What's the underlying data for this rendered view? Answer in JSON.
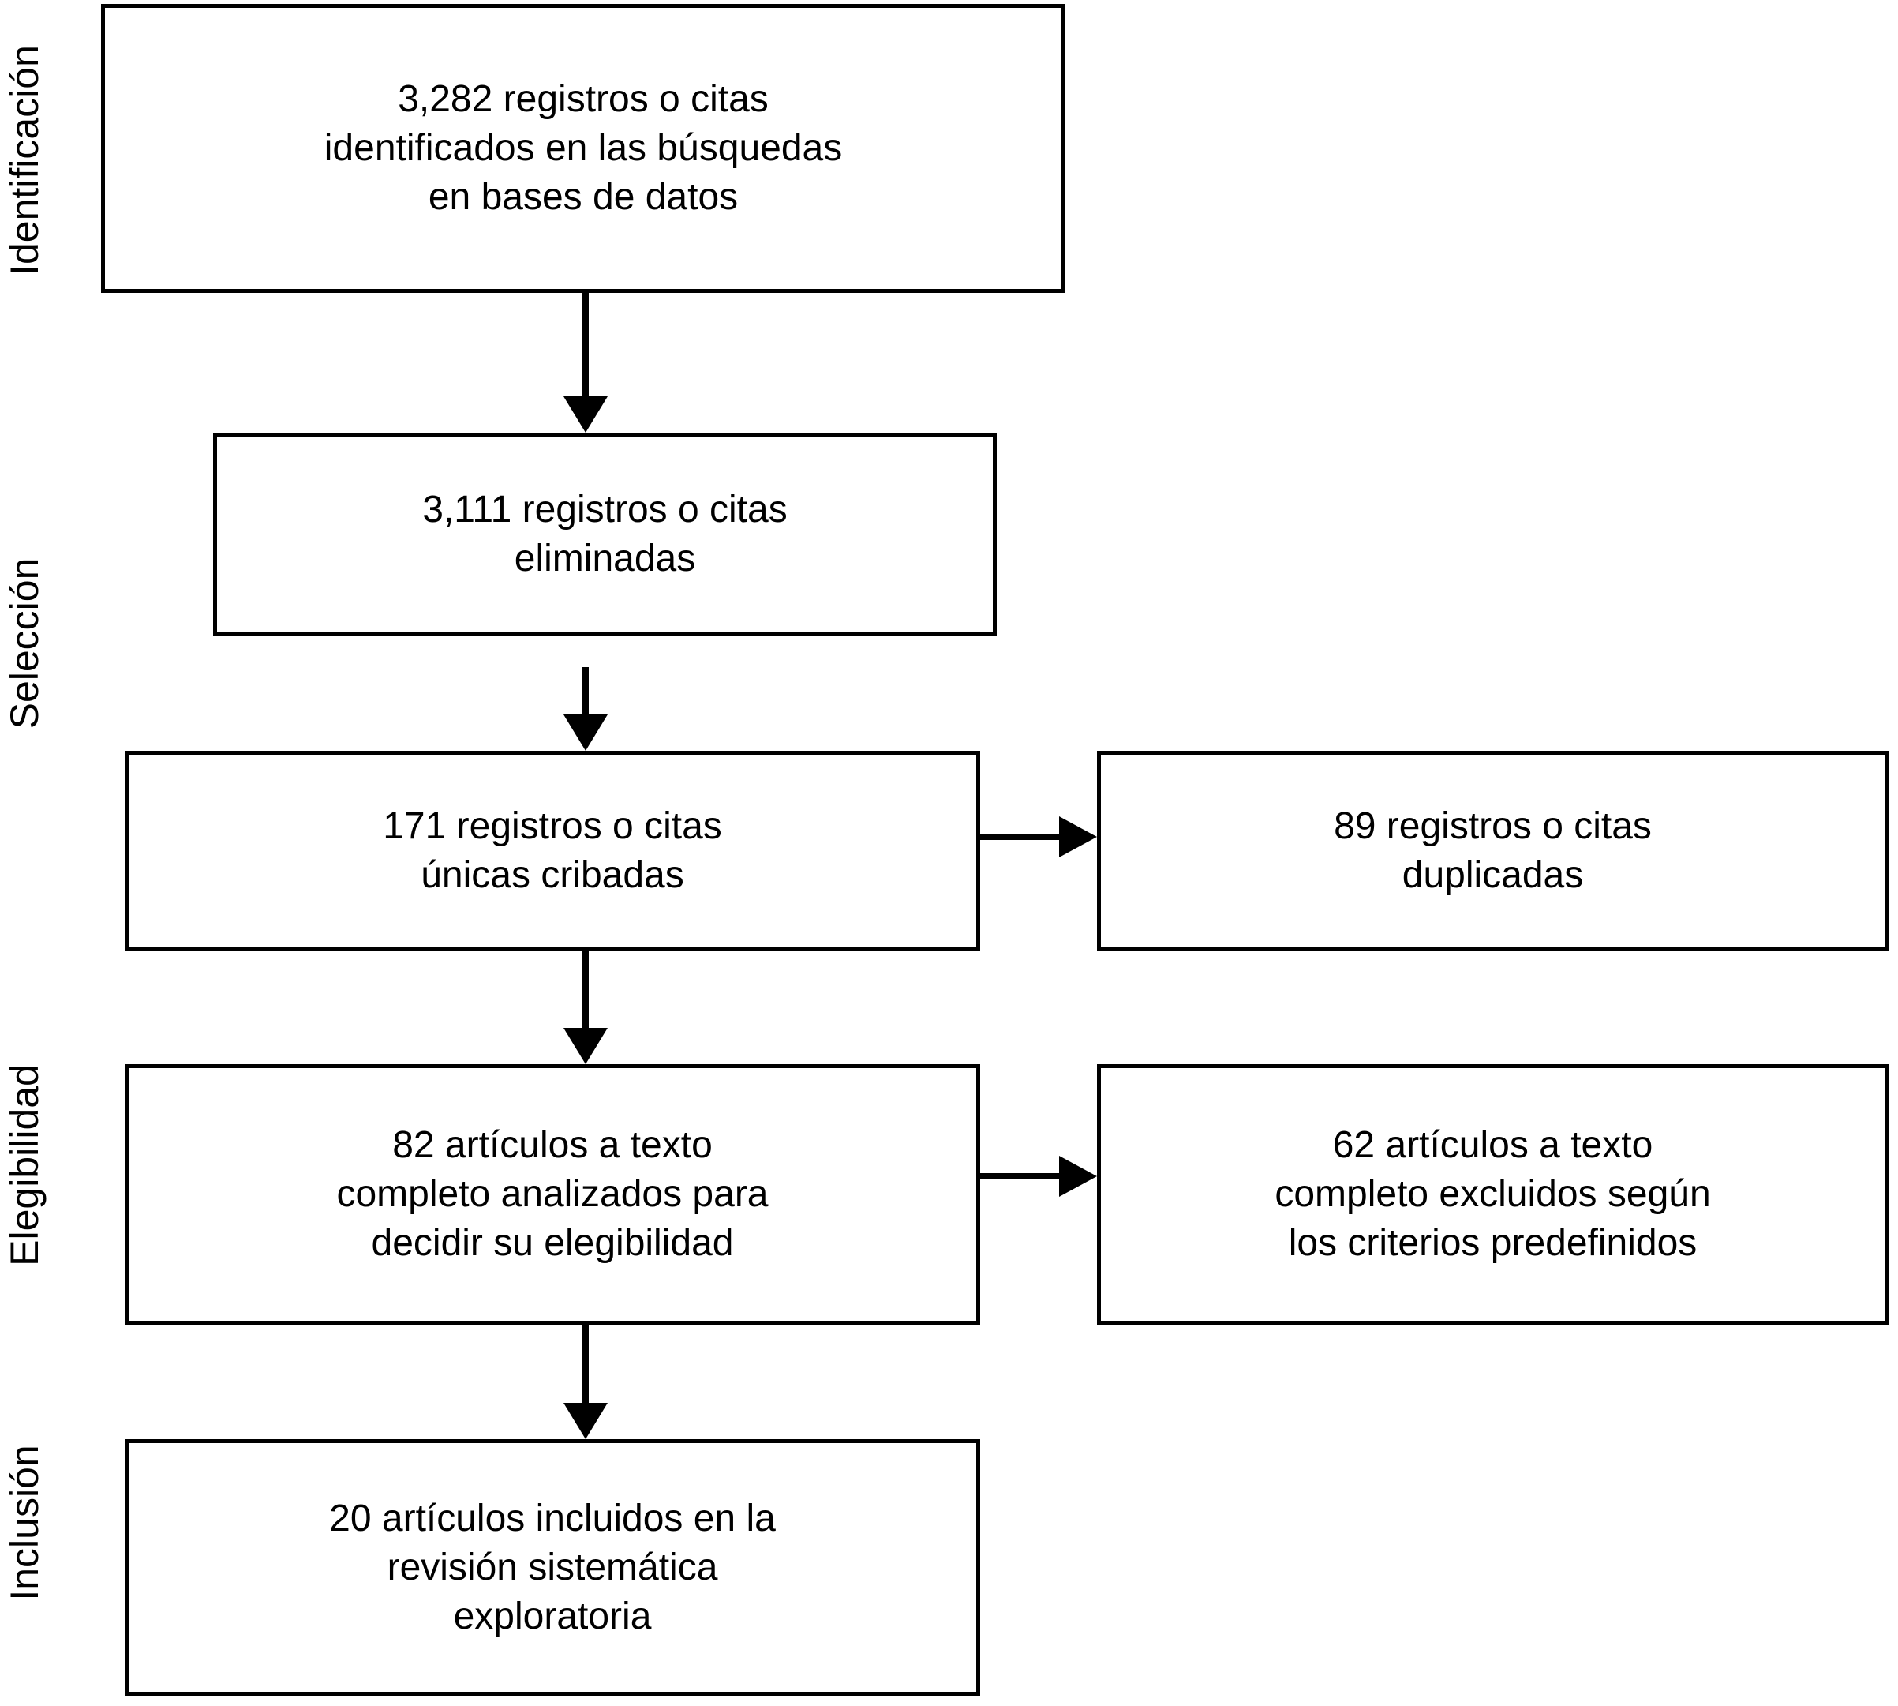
{
  "stages": {
    "identification": "Identificación",
    "screening": "Selección",
    "eligibility": "Elegibilidad",
    "inclusion": "Inclusión"
  },
  "boxes": {
    "identified": "3,282 registros o citas\nidentificados en las búsquedas\nen bases de datos",
    "removed": "3,111 registros o citas\neliminadas",
    "screened": "171 registros o citas\núnicas cribadas",
    "duplicates": "89 registros o citas\nduplicadas",
    "fulltext_assessed": "82 artículos a texto\ncompleto analizados para\ndecidir su elegibilidad",
    "fulltext_excluded": "62 artículos a texto\ncompleto excluidos según\nlos criterios predefinidos",
    "included": "20 artículos incluidos en la\nrevisión sistemática\nexploratoria"
  },
  "colors": {
    "line": "#000000",
    "text": "#000000",
    "box_fill": "#ffffff",
    "background": "#ffffff"
  }
}
